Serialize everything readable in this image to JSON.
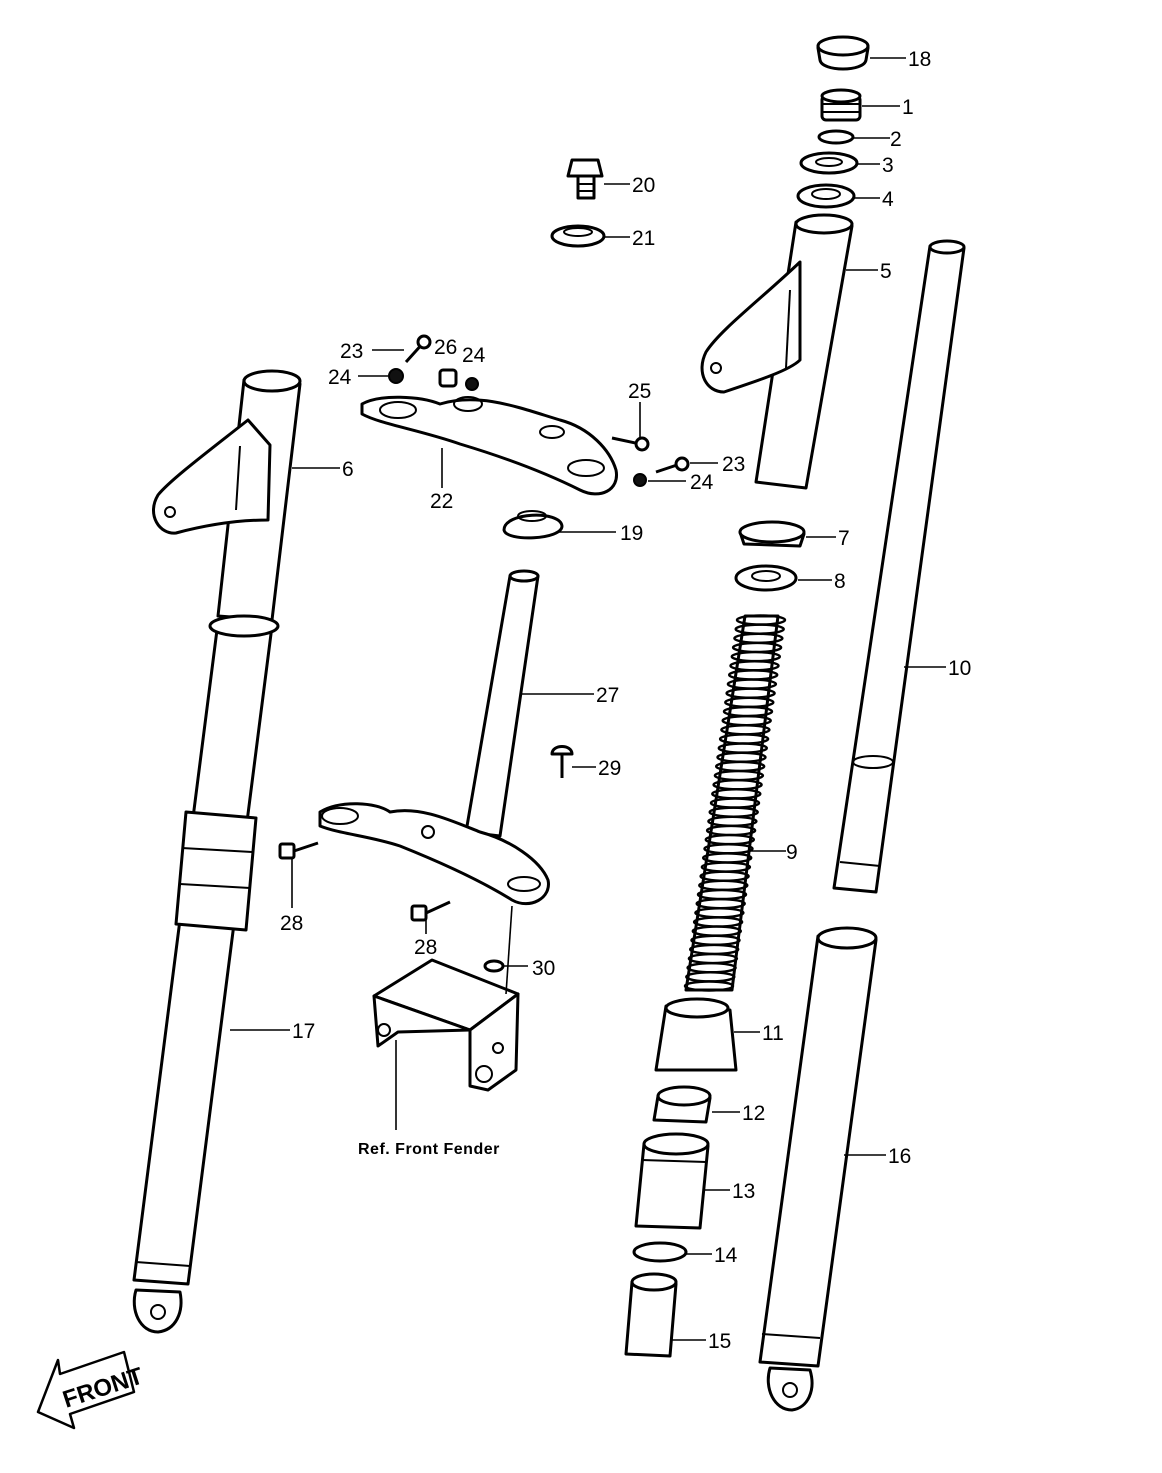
{
  "diagram": {
    "callouts": {
      "p1": "1",
      "p2": "2",
      "p3": "3",
      "p4": "4",
      "p5": "5",
      "p6": "6",
      "p7": "7",
      "p8": "8",
      "p9": "9",
      "p10": "10",
      "p11": "11",
      "p12": "12",
      "p13": "13",
      "p14": "14",
      "p15": "15",
      "p16": "16",
      "p17": "17",
      "p18": "18",
      "p19": "19",
      "p20": "20",
      "p21": "21",
      "p22": "22",
      "p23a": "23",
      "p23b": "23",
      "p24a": "24",
      "p24b": "24",
      "p24c": "24",
      "p25": "25",
      "p26": "26",
      "p27": "27",
      "p28a": "28",
      "p28b": "28",
      "p29": "29",
      "p30": "30"
    },
    "reference_note": "Ref. Front Fender",
    "direction_label": "FRONT"
  }
}
